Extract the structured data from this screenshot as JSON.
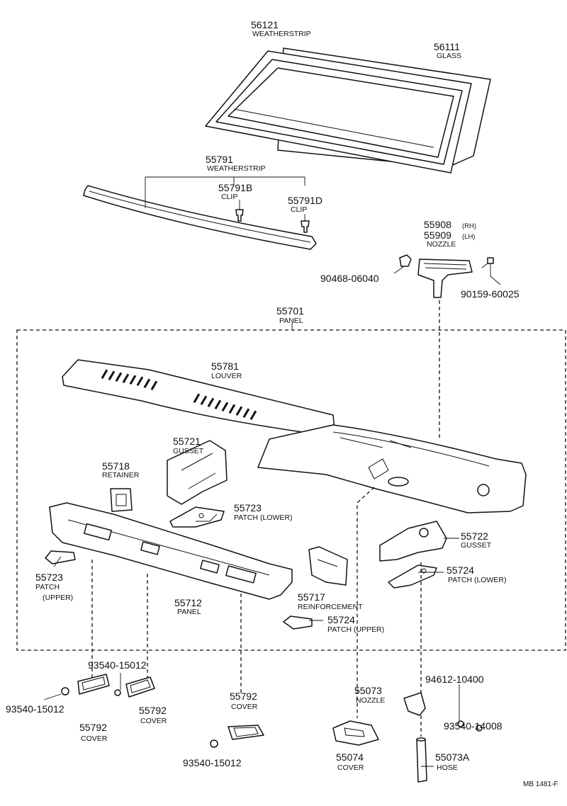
{
  "parts": {
    "weatherstrip_top": {
      "num": "56121",
      "name": "WEATHERSTRIP"
    },
    "glass": {
      "num": "56111",
      "name": "GLASS"
    },
    "weatherstrip_cowl": {
      "num": "55791",
      "name": "WEATHERSTRIP"
    },
    "clip_b": {
      "num": "55791B",
      "name": "CLIP"
    },
    "clip_d": {
      "num": "55791D",
      "name": "CLIP"
    },
    "nozzle_washer": {
      "num_rh": "55908",
      "tag_rh": "(RH)",
      "num_lh": "55909",
      "tag_lh": "(LH)",
      "name": "NOZZLE"
    },
    "bolt_left": {
      "num": "90468-06040"
    },
    "bolt_right": {
      "num": "90159-60025"
    },
    "panel_main": {
      "num": "55701",
      "name": "PANEL"
    },
    "louver": {
      "num": "55781",
      "name": "LOUVER"
    },
    "gusset_left": {
      "num": "55721",
      "name": "GUSSET"
    },
    "retainer": {
      "num": "55718",
      "name": "RETAINER"
    },
    "patch_lower_left": {
      "num": "55723",
      "name": "PATCH (LOWER)"
    },
    "patch_upper_left": {
      "num": "55723",
      "name": "PATCH",
      "name2": "(UPPER)"
    },
    "panel_lower": {
      "num": "55712",
      "name": "PANEL"
    },
    "reinforcement": {
      "num": "55717",
      "name": "REINFORCEMENT"
    },
    "gusset_right": {
      "num": "55722",
      "name": "GUSSET"
    },
    "patch_lower_right": {
      "num": "55724",
      "name": "PATCH (LOWER)"
    },
    "patch_upper_right": {
      "num": "55724",
      "name": "PATCH (UPPER)"
    },
    "screw_top": {
      "num": "93540-15012"
    },
    "screw_left": {
      "num": "93540-15012"
    },
    "cover_left": {
      "num": "55792",
      "name": "COVER"
    },
    "cover_mid": {
      "num": "55792",
      "name": "COVER"
    },
    "cover_low": {
      "num": "55792",
      "name": "COVER"
    },
    "screw_bottom": {
      "num": "93540-15012"
    },
    "nozzle_cowl": {
      "num": "55073",
      "name": "NOZZLE"
    },
    "cover_nozzle": {
      "num": "55074",
      "name": "COVER"
    },
    "clamp": {
      "num": "94612-10400"
    },
    "screw_right": {
      "num": "93540-14008"
    },
    "hose": {
      "num": "55073A",
      "name": "HOSE"
    }
  },
  "figure_ref": "MB 1481-F"
}
